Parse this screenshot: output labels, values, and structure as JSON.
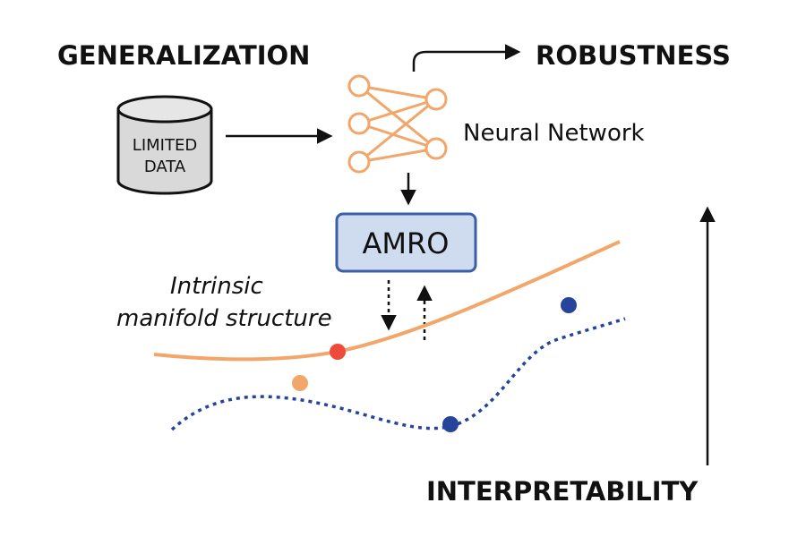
{
  "labels": {
    "generalization": "GENERALIZATION",
    "robustness": "ROBUSTNESS",
    "interpretability": "INTERPRETABILITY",
    "neural_network": "Neural Network",
    "amro": "AMRO",
    "limited": "LIMITED",
    "data": "DATA",
    "manifold_line1": "Intrinsic",
    "manifold_line2": "manifold structure"
  },
  "colors": {
    "orange": "#f2a66a",
    "dark_blue": "#26449a",
    "red": "#ee4b3d",
    "amro_fill": "#cfdcf0",
    "amro_stroke": "#3a5ea8",
    "cylinder_fill": "#d9d9d9",
    "ink": "#111111"
  },
  "icons": {
    "neural_network": "neural-network-icon",
    "database": "database-cylinder-icon"
  }
}
